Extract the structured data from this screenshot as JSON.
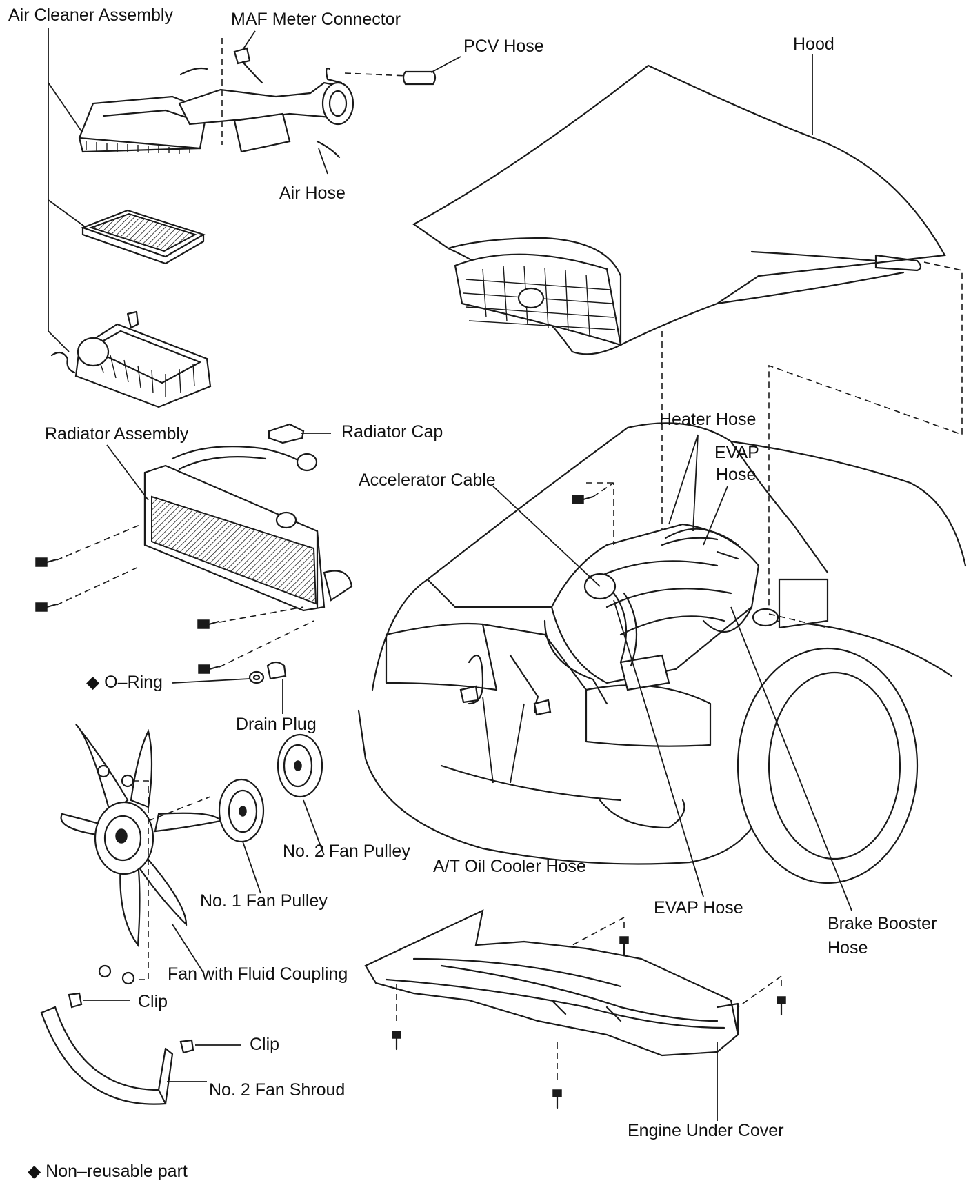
{
  "labels": {
    "air_cleaner_assembly": "Air Cleaner Assembly",
    "maf_meter_connector": "MAF Meter Connector",
    "pcv_hose": "PCV Hose",
    "hood": "Hood",
    "air_hose": "Air Hose",
    "radiator_assembly": "Radiator Assembly",
    "radiator_cap": "Radiator Cap",
    "heater_hose": "Heater Hose",
    "evap_hose_upper_line1": "EVAP",
    "evap_hose_upper_line2": "Hose",
    "accelerator_cable": "Accelerator Cable",
    "o_ring": "◆ O–Ring",
    "drain_plug": "Drain Plug",
    "no2_fan_pulley": "No. 2 Fan Pulley",
    "at_oil_cooler_hose": "A/T Oil Cooler Hose",
    "no1_fan_pulley": "No. 1 Fan Pulley",
    "evap_hose_lower": "EVAP Hose",
    "brake_booster_hose_line1": "Brake Booster",
    "brake_booster_hose_line2": "Hose",
    "fan_with_fluid_coupling": "Fan with Fluid Coupling",
    "clip_upper": "Clip",
    "clip_lower": "Clip",
    "no2_fan_shroud": "No. 2 Fan Shroud",
    "engine_under_cover": "Engine Under Cover"
  },
  "legend": {
    "non_reusable": "◆ Non–reusable part"
  }
}
